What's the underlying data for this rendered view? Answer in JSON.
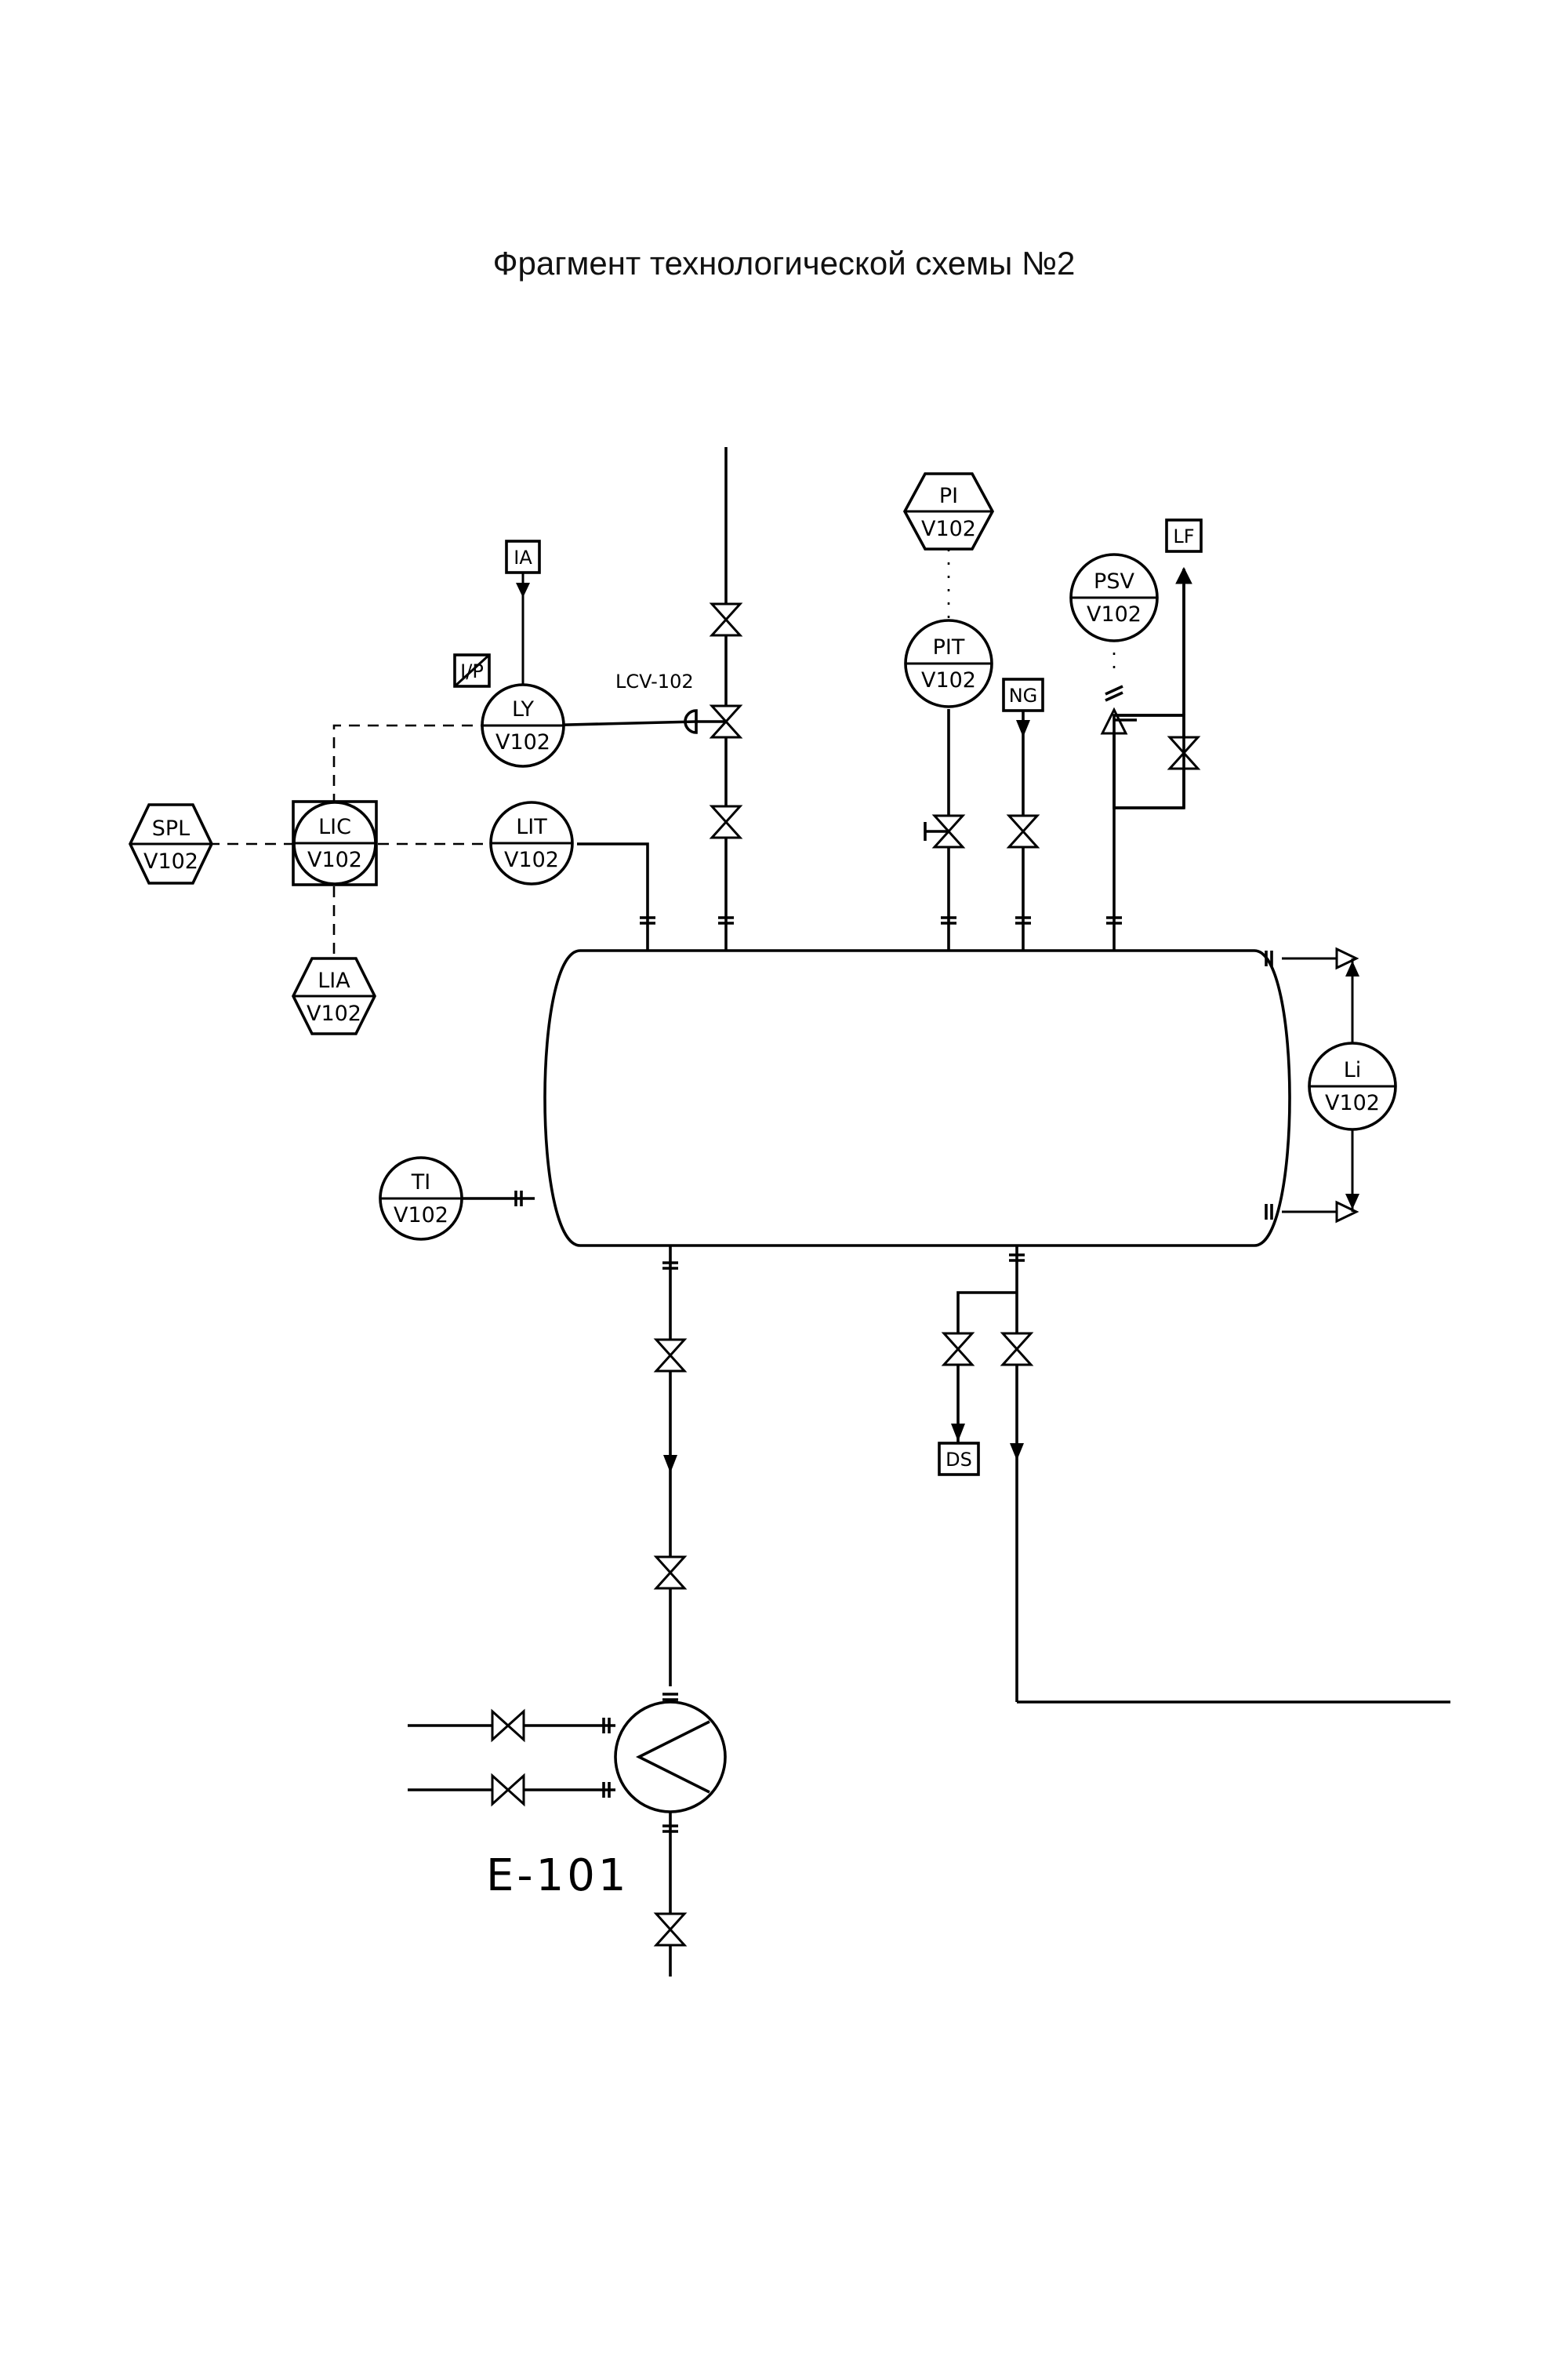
{
  "title": "Фрагмент технологической схемы №2",
  "equipment": {
    "heat_exchanger": "E-101"
  },
  "valves": {
    "level_control_valve": "LCV-102"
  },
  "instruments": {
    "ia": "IA",
    "ip": "I/P",
    "ly": {
      "code": "LY",
      "loop": "V102"
    },
    "spl": {
      "code": "SPL",
      "loop": "V102"
    },
    "lic": {
      "code": "LIC",
      "loop": "V102"
    },
    "lit": {
      "code": "LIT",
      "loop": "V102"
    },
    "lia": {
      "code": "LIA",
      "loop": "V102"
    },
    "ti": {
      "code": "TI",
      "loop": "V102"
    },
    "pi": {
      "code": "PI",
      "loop": "V102"
    },
    "pit": {
      "code": "PIT",
      "loop": "V102"
    },
    "psv": {
      "code": "PSV",
      "loop": "V102"
    },
    "li": {
      "code": "Li",
      "loop": "V102"
    }
  },
  "connections": {
    "ng": "NG",
    "lf": "LF",
    "ds": "DS"
  }
}
